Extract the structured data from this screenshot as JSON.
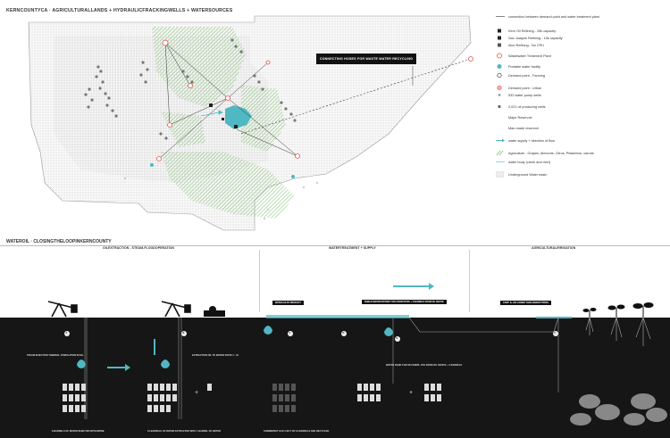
{
  "map": {
    "title_parts": [
      "KERNCOUNTYCA",
      "AGRICULTURALLANDS",
      "HYDRAULICFRACKINGWELLS",
      "WATERSOURCES"
    ],
    "callout": "CONNECTING HOSES FOR WASTE WATER RECYCLING"
  },
  "legend": {
    "items": [
      {
        "label": "connection between demand point and water treatment plant",
        "icon": "connection-line-icon"
      },
      {
        "label": "Kern Oil Refining  - 25k capacity",
        "icon": "refinery-a-icon"
      },
      {
        "label": "San Joaquin Refining  - 15k capacity",
        "icon": "refinery-b-icon"
      },
      {
        "label": "Alon Refining  - No CPU",
        "icon": "refinery-c-icon"
      },
      {
        "label": "Wastewater Treatment Plant",
        "icon": "treatment-plant-icon"
      },
      {
        "label": "Portable water facility",
        "icon": "water-facility-icon"
      },
      {
        "label": "Demand point - Farming",
        "icon": "demand-farming-icon"
      },
      {
        "label": "Demand point - Urban",
        "icon": "demand-urban-icon"
      },
      {
        "label": "532  water pump wells",
        "icon": "pump-well-icon"
      },
      {
        "label": "2,021  oil producing wells",
        "icon": "oil-well-icon"
      },
      {
        "label": "Major Reservoir",
        "icon": "reservoir-icon"
      },
      {
        "label": "Man-made reservoir",
        "icon": "man-made-reservoir-icon"
      },
      {
        "label": "water supply + direction of flow",
        "icon": "flow-arrow-icon"
      },
      {
        "label": "Agriculture - Grapes, Almonds, Citrus, Pistachios, carrots",
        "icon": "agriculture-hatch-icon"
      },
      {
        "label": "water body (creek and river)",
        "icon": "water-body-icon"
      },
      {
        "label": "Underground Water basin",
        "icon": "water-basin-icon"
      }
    ]
  },
  "section": {
    "title_parts": [
      "WATEROIL",
      "CLOSINGTHELOOPINKERNCOUNTY"
    ],
    "headings": [
      {
        "text": "OILEXTRACTION - STEAM-FLOODOPERATION"
      },
      {
        "text": "WATERTREATMENT + SUPPLY"
      },
      {
        "text": "AGRICULTURALIRRIGATION"
      }
    ]
  },
  "process": {
    "tags": [
      "WATER AS BY PRODUCT",
      "SHIELD WATER DISTRICT 50% FROM STATE + 3 BARRELS FROM OIL WASTE",
      "COST: 3+ 200 LOWER THAN MARKET PRICE"
    ],
    "ground_labels": [
      "STEAM INJECTION THERMAL STIMULATION IN OIL",
      "EXTRACTION OIL TO WATER RATIO 1 : 10",
      "WATER BANK FOR 3D FARMS: 25% FROM OIL WASTE + 3 BARRELS",
      "8 BARRELS OF WATER INJECTED WITH BRINE",
      "10 BARRELS OF WATER EXTRACTED WITH 1 BARREL OF WATER",
      "SUMMERSET HAS 5 BUT OF 12 BARRELS ARE RECYCLED"
    ],
    "node_letters": [
      "A",
      "B",
      "C",
      "D",
      "E",
      "F"
    ]
  },
  "colors": {
    "ground": "#161616",
    "water": "#4fb8c2",
    "agriculture": "#7bbf6a",
    "accent_red": "#e0554f"
  }
}
